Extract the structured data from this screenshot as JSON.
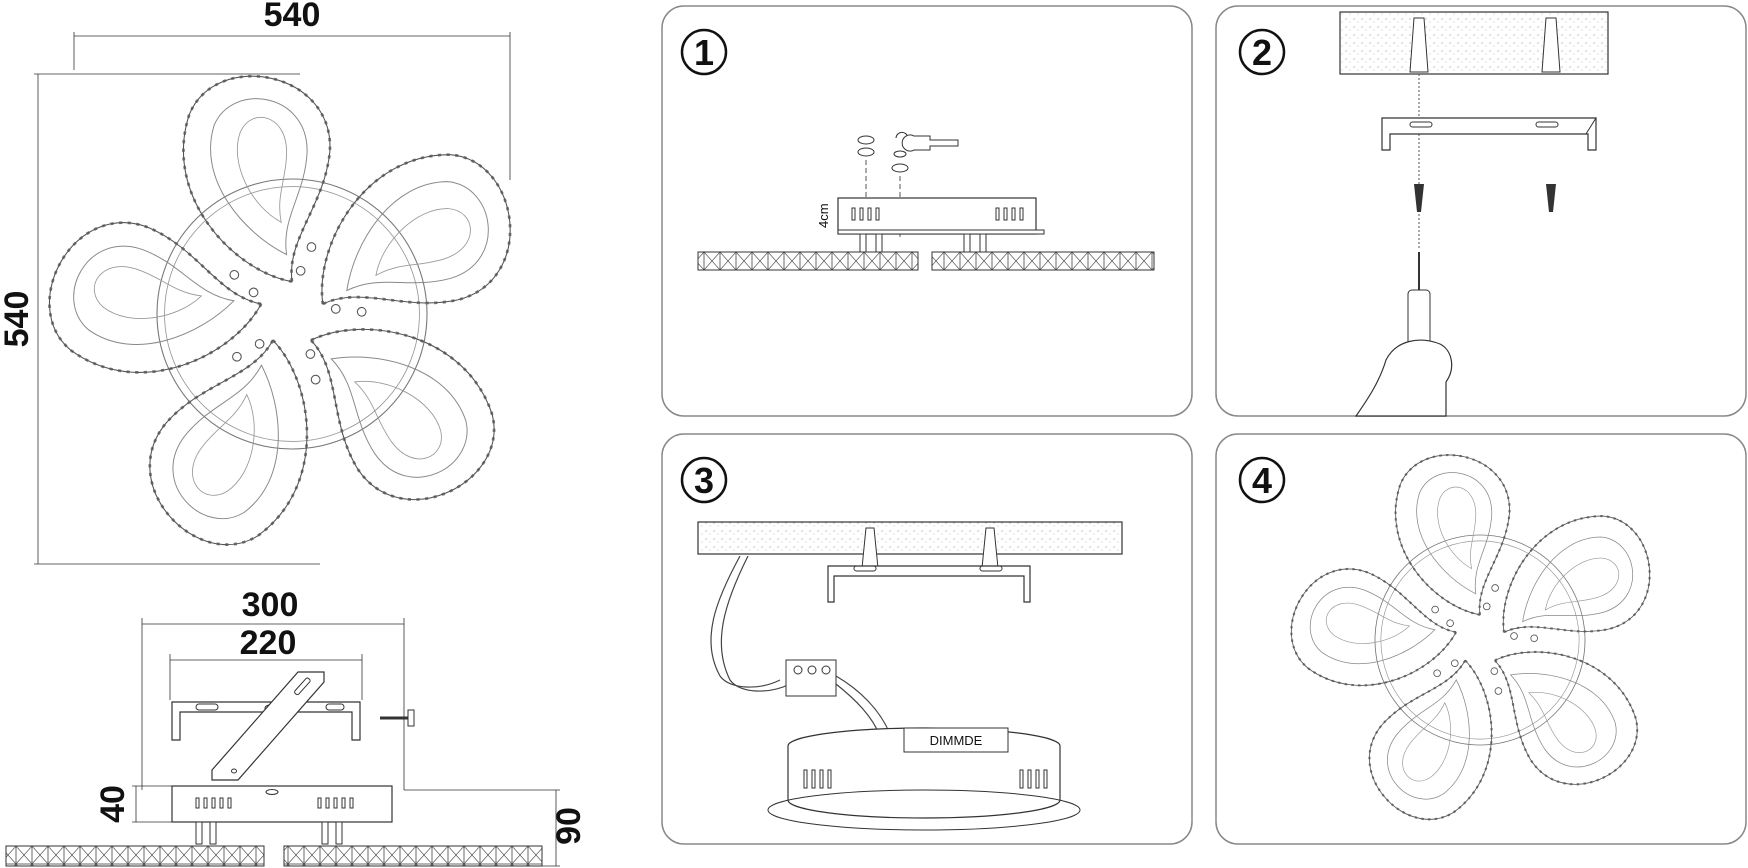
{
  "dimensions": {
    "overall_width": "540",
    "overall_height": "540",
    "canopy_width": "300",
    "bracket_width": "220",
    "canopy_height": "40",
    "total_height": "90"
  },
  "steps": [
    {
      "number": "1"
    },
    {
      "number": "2"
    },
    {
      "number": "3",
      "driver_label": "DIMMDE"
    },
    {
      "number": "4"
    }
  ],
  "canopy_mark": "4cm"
}
